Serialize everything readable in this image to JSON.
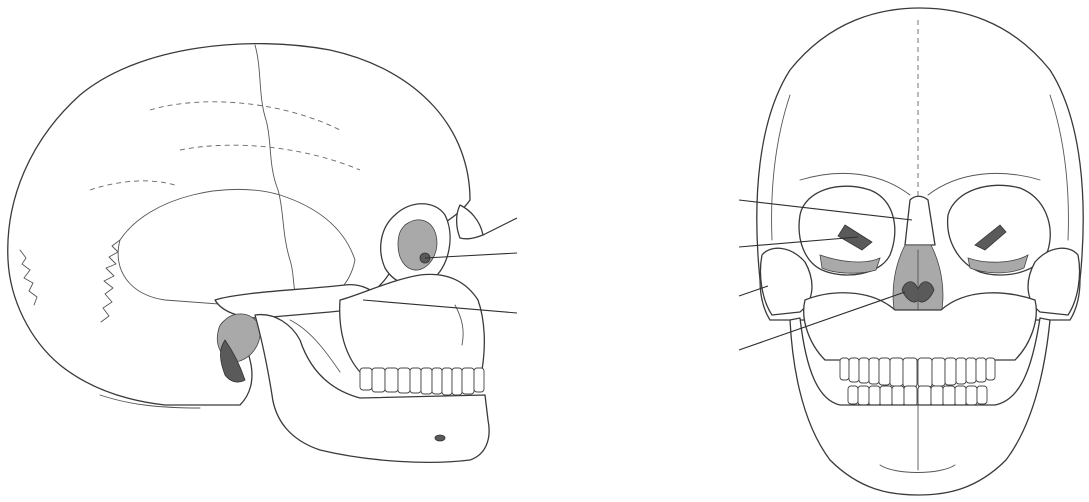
{
  "diagram": {
    "lateral_view": {
      "leader_lines": [
        {
          "id": "lateral-leader-1"
        },
        {
          "id": "lateral-leader-2"
        },
        {
          "id": "lateral-leader-3"
        }
      ]
    },
    "frontal_view": {
      "leader_lines": [
        {
          "id": "frontal-leader-1"
        },
        {
          "id": "frontal-leader-2"
        },
        {
          "id": "frontal-leader-3"
        },
        {
          "id": "frontal-leader-4"
        }
      ]
    }
  }
}
